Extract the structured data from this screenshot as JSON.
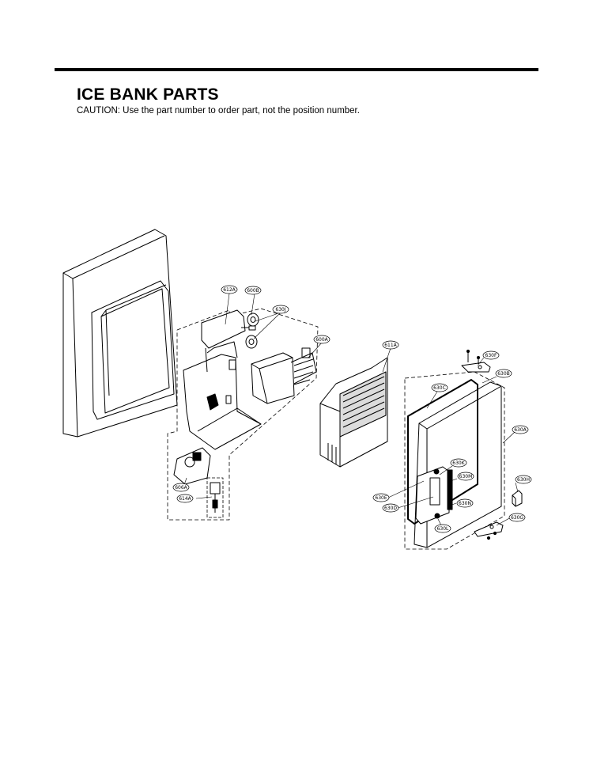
{
  "header": {
    "title": "ICE BANK PARTS",
    "caution": "CAUTION: Use the part number to order part, not the position number."
  },
  "diagram": {
    "part_labels": {
      "p612A": "612A",
      "p600B": "600B",
      "p630J": "630J",
      "p600A": "600A",
      "p611A": "611A",
      "p630F": "630F",
      "p630B": "630B",
      "p630C": "630C",
      "p630A": "630A",
      "p630K": "630K",
      "p630M": "630M",
      "p630H": "630H",
      "p630E": "630E",
      "p630D": "630D",
      "p630N": "630N",
      "p630G": "630G",
      "p630L": "630L",
      "p606A": "606A",
      "p614A": "614A"
    }
  }
}
